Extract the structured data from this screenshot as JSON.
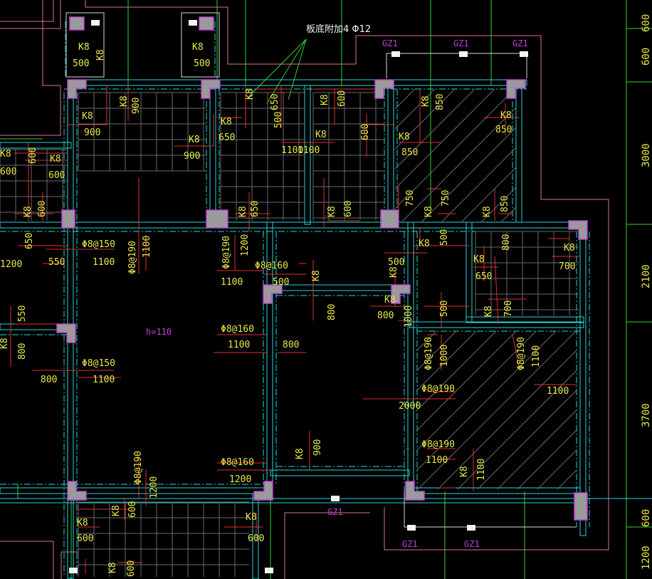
{
  "drawing": {
    "note": "板底附加4 Φ12",
    "slab_thickness": "h=110",
    "column_tag": "GZ1",
    "rebar_tag": "K8",
    "axis_dims": [
      "600",
      "600",
      "3000",
      "2100",
      "3700",
      "600",
      "1200"
    ],
    "rebar_specs": [
      "Φ8@150",
      "Φ8@190",
      "Φ8@160"
    ],
    "lengths": [
      "500",
      "900",
      "650",
      "600",
      "1100",
      "850",
      "750",
      "800",
      "700",
      "550",
      "1200",
      "1000",
      "2000"
    ],
    "colors": {
      "background": "#000000",
      "beam": "#27d6d6",
      "rebar": "#e03030",
      "text": "#e8e84a",
      "column": "#9a9a9a",
      "column_tag": "#c040d8",
      "leader": "#30d030",
      "outline": "#e07090"
    }
  }
}
